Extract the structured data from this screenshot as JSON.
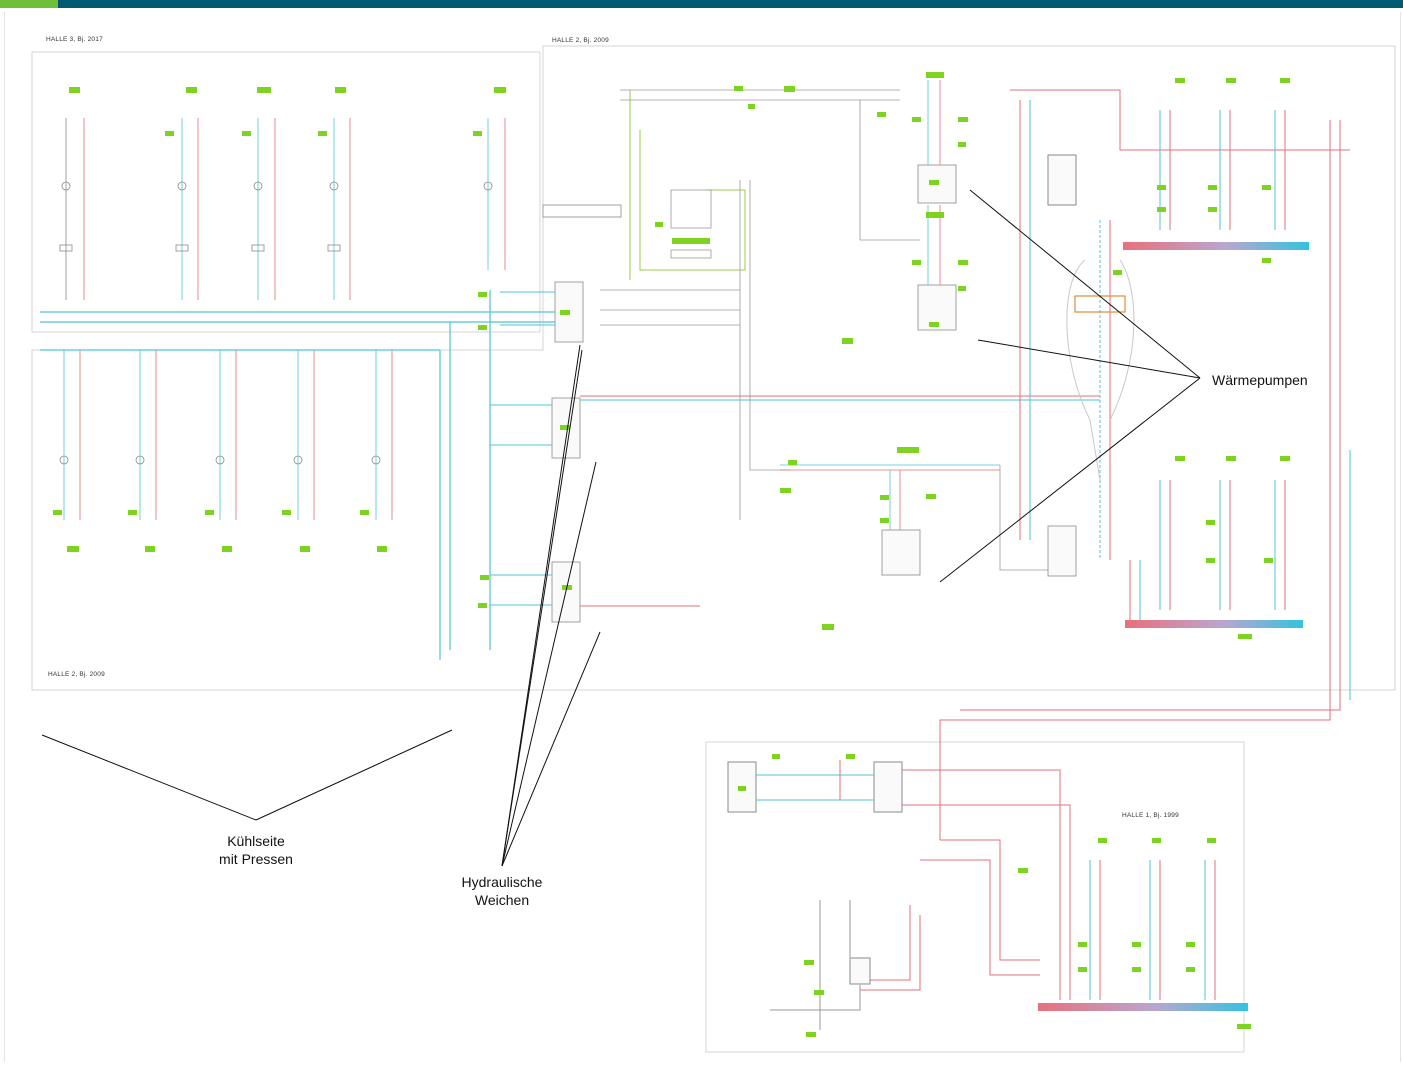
{
  "halls": {
    "halle3": "HALLE 3, Bj. 2017",
    "halle2_top": "HALLE 2, Bj. 2009",
    "halle2_bottom": "HALLE 2, Bj. 2009",
    "halle1": "HALLE 1, Bj. 1999"
  },
  "callouts": {
    "waermepumpen": "Wärmepumpen",
    "kuehlseite": "Kühlseite\nmit Pressen",
    "hydraulische_weichen": "Hydraulische\nWeichen"
  },
  "colors": {
    "topbar": "#005a74",
    "topbar_accent": "#6fbf3a",
    "pipe_cold": "#4fc3d6",
    "pipe_warm": "#e0707a",
    "pipe_green": "#9bc94a",
    "tag_green": "#7ed321",
    "grey_line": "#9a9a9a",
    "hall_border": "#d8d8d8",
    "heat_bar_warm": "#e8707c",
    "heat_bar_cold": "#34c2e0",
    "hp_highlight": "#e08a3a"
  }
}
